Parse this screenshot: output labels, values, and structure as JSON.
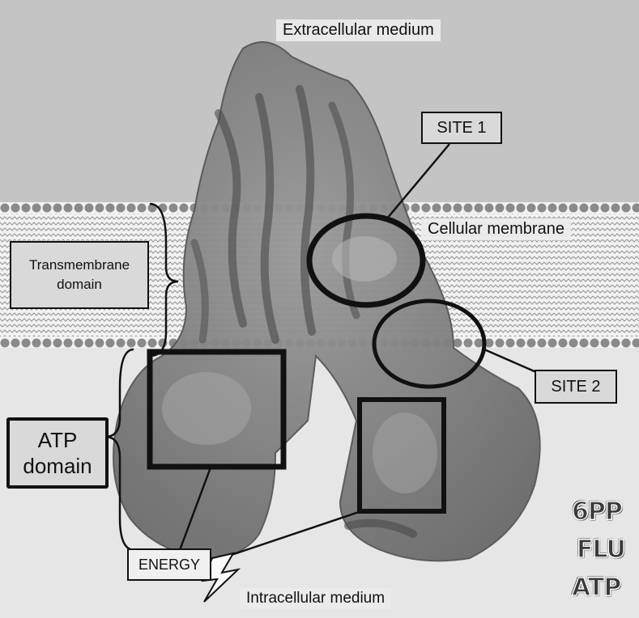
{
  "labels": {
    "extracellular": "Extracellular medium",
    "intracellular": "Intracellular medium",
    "membrane": "Cellular membrane",
    "site1": "SITE 1",
    "site2": "SITE 2",
    "transmembrane": "Transmembrane domain",
    "atp_domain": "ATP domain",
    "energy": "ENERGY"
  },
  "legend": [
    "6PP",
    "FLU",
    "ATP"
  ],
  "colors": {
    "extracellular_bg": "#c4c4c4",
    "intracellular_bg": "#e6e6e6",
    "membrane_bead": "#8a8a8a",
    "protein": "#7d7d7d",
    "label_box": "#d9d9d9",
    "outline": "#111111"
  }
}
